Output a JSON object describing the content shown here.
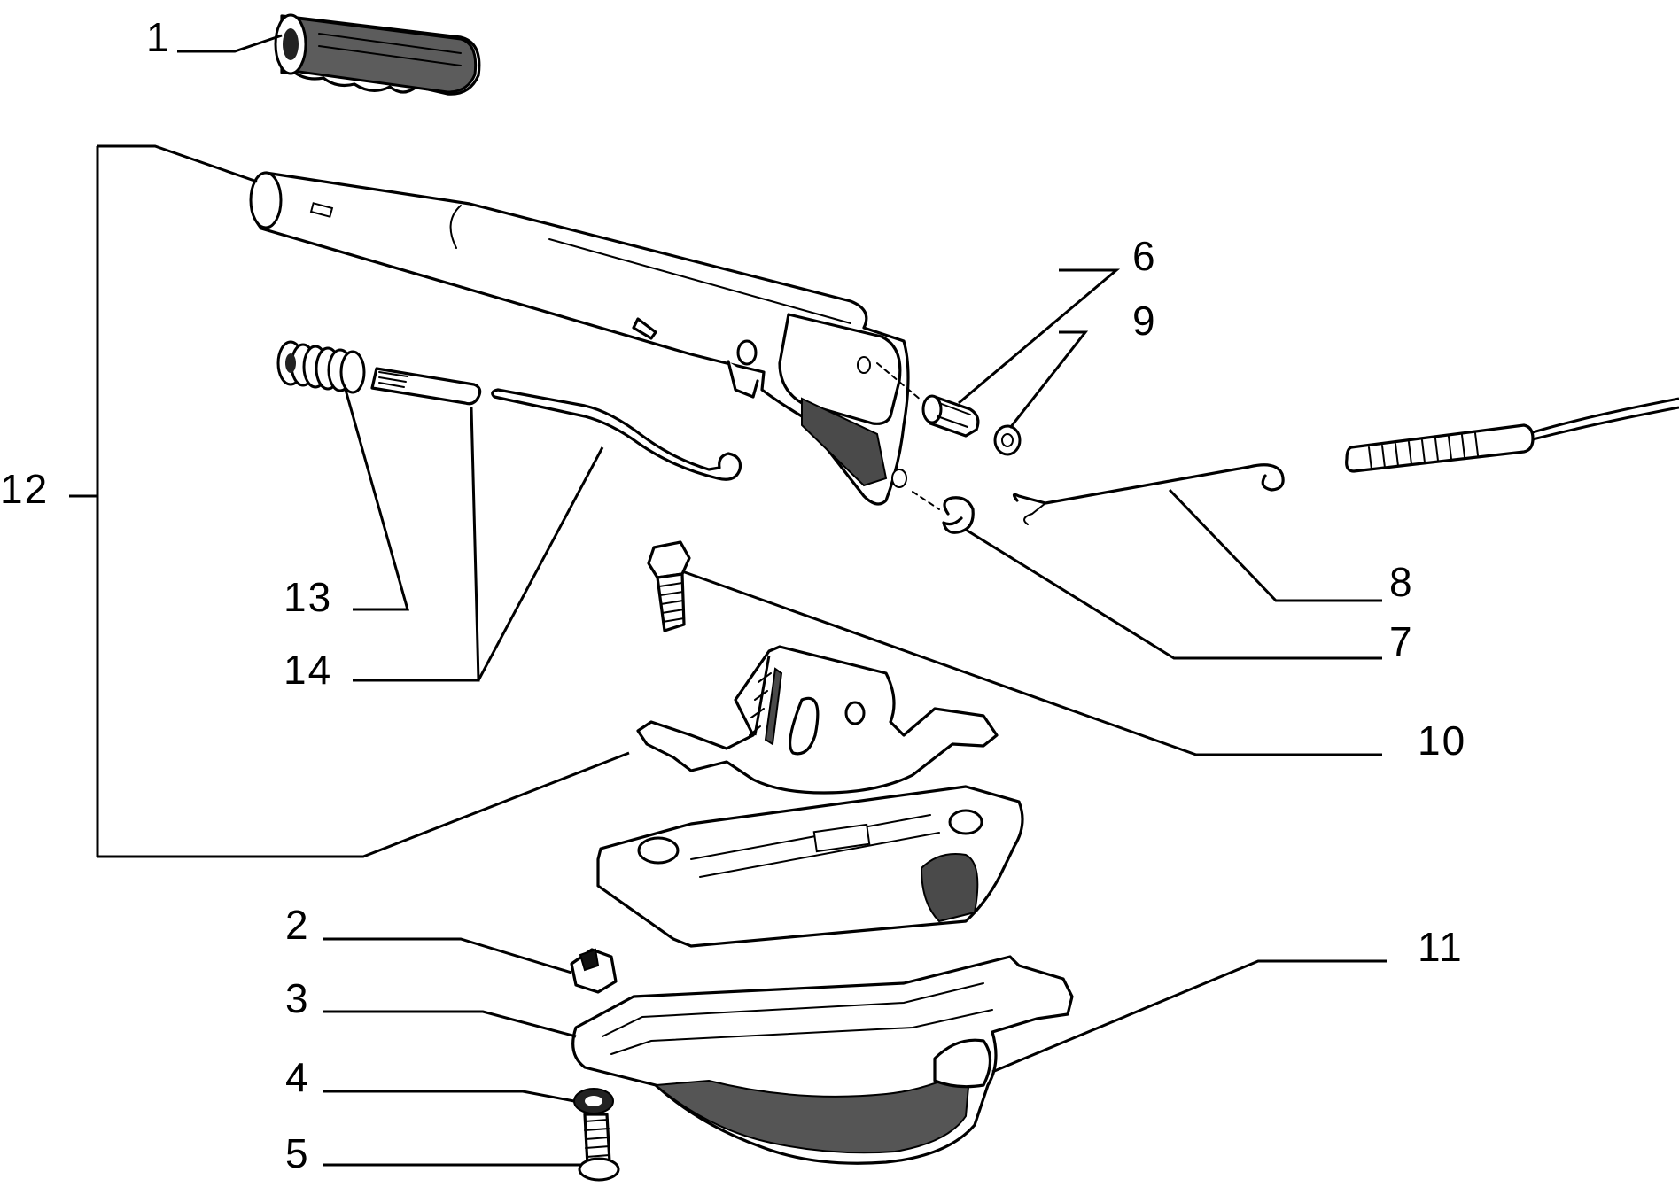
{
  "diagram": {
    "title": "",
    "callouts": [
      {
        "id": "c1",
        "label": "1"
      },
      {
        "id": "c2",
        "label": "2"
      },
      {
        "id": "c3",
        "label": "3"
      },
      {
        "id": "c4",
        "label": "4"
      },
      {
        "id": "c5",
        "label": "5"
      },
      {
        "id": "c6",
        "label": "6"
      },
      {
        "id": "c7",
        "label": "7"
      },
      {
        "id": "c8",
        "label": "8"
      },
      {
        "id": "c9",
        "label": "9"
      },
      {
        "id": "c10",
        "label": "10"
      },
      {
        "id": "c11",
        "label": "11"
      },
      {
        "id": "c12",
        "label": "12"
      },
      {
        "id": "c13",
        "label": "13"
      },
      {
        "id": "c14",
        "label": "14"
      }
    ],
    "parts": [
      "grip-handle",
      "hand-brake-lever",
      "spring",
      "release-rod",
      "pawl-rod",
      "pin",
      "washer",
      "clip",
      "return-spring-rod",
      "bolt",
      "ratchet-sector",
      "base-bracket",
      "mounting-bracket",
      "nut",
      "washer-small",
      "screw",
      "threaded-cable"
    ]
  }
}
